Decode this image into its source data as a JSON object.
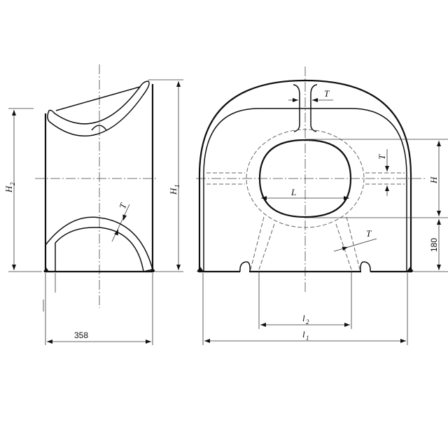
{
  "drawing": {
    "type": "mooring chock engineering drawing",
    "views": [
      "side-section-view",
      "front-view"
    ]
  },
  "labels": {
    "H1": "H",
    "H1_sub": "1",
    "H2": "H",
    "H2_sub": "2",
    "H": "H",
    "L": "L",
    "T_side": "T",
    "T_top": "T",
    "T_right": "T",
    "T_leg": "T",
    "l1": "l",
    "l1_sub": "1",
    "l2": "l",
    "l2_sub": "2",
    "width_358": "358",
    "dim_180": "180"
  }
}
